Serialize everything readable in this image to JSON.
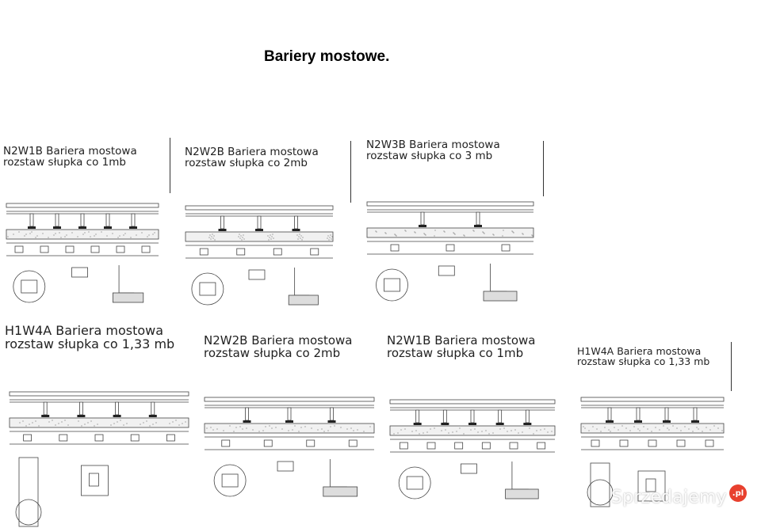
{
  "document": {
    "title": "Bariery mostowe."
  },
  "panels": [
    {
      "line1": "N2W1B Bariera mostowa",
      "line2": "rozstaw słupka co 1mb"
    },
    {
      "line1": "N2W2B Bariera mostowa",
      "line2": "rozstaw słupka co 2mb"
    },
    {
      "line1": "N2W3B Bariera mostowa",
      "line2": "rozstaw słupka co 3 mb"
    },
    {
      "line1": "H1W4A Bariera mostowa",
      "line2": "rozstaw słupka co 1,33 mb"
    },
    {
      "line1": "N2W2B Bariera mostowa",
      "line2": "rozstaw słupka co 2mb"
    },
    {
      "line1": "N2W1B Bariera mostowa",
      "line2": "rozstaw słupka co 1mb"
    },
    {
      "line1": "H1W4A Bariera mostowa",
      "line2": "rozstaw słupka co 1,33 mb"
    }
  ],
  "watermark": {
    "text": "Sprzedajemy",
    "badge": ".pl"
  }
}
